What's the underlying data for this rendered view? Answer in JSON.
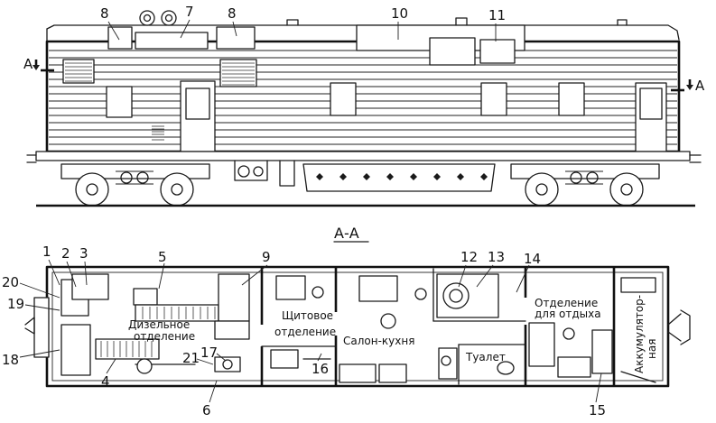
{
  "section_marker": {
    "letter": "А",
    "title": "А-А"
  },
  "side_numbers": [
    "8",
    "7",
    "8",
    "10",
    "11"
  ],
  "plan_numbers": [
    "1",
    "2",
    "3",
    "5",
    "9",
    "12",
    "13",
    "14",
    "20",
    "19",
    "18",
    "17",
    "21",
    "4",
    "6",
    "16",
    "15"
  ],
  "rooms": {
    "diesel": [
      "Дизельное",
      "отделение"
    ],
    "switch": [
      "Щитовое",
      "отделение"
    ],
    "salon": "Салон-кухня",
    "toilet": "Туалет",
    "rest": [
      "Отделение",
      "для отдыха"
    ],
    "battery": [
      "Аккумулятор-",
      "ная"
    ]
  }
}
